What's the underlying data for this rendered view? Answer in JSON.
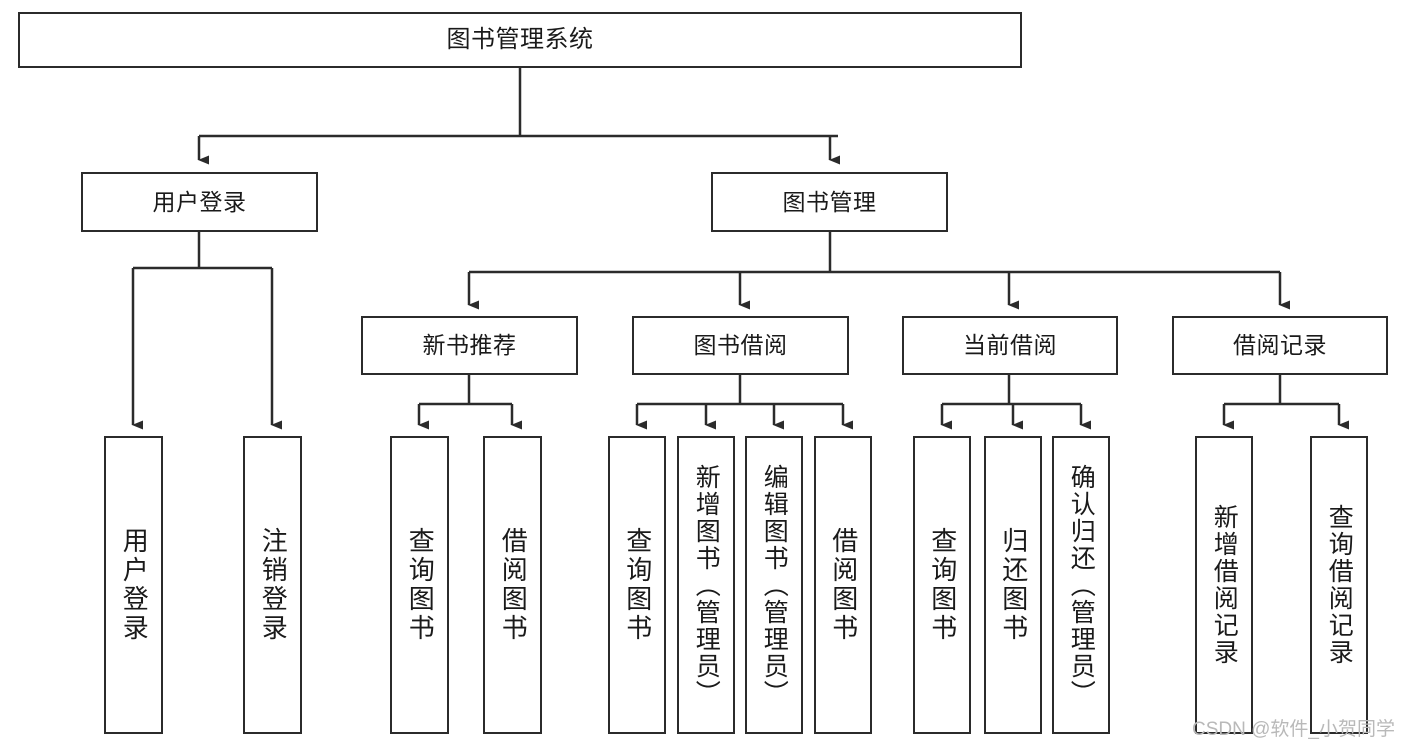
{
  "diagram": {
    "title": "图书管理系统",
    "type": "tree",
    "colors": {
      "stroke": "#2b2b2b",
      "fill": "#ffffff",
      "text": "#1a1a1a",
      "watermark": "#b9b9b9"
    },
    "levels": {
      "root": {
        "label": "图书管理系统"
      },
      "level2": [
        {
          "label": "用户登录"
        },
        {
          "label": "图书管理"
        }
      ],
      "level3": [
        {
          "label": "新书推荐"
        },
        {
          "label": "图书借阅"
        },
        {
          "label": "当前借阅"
        },
        {
          "label": "借阅记录"
        }
      ],
      "leaves": {
        "user_login": [
          {
            "label": "用户登录"
          },
          {
            "label": "注销登录"
          }
        ],
        "new_book_recommend": [
          {
            "label": "查询图书"
          },
          {
            "label": "借阅图书"
          }
        ],
        "book_borrow": [
          {
            "label": "查询图书"
          },
          {
            "label": "新增图书（管理员）"
          },
          {
            "label": "编辑图书（管理员）"
          },
          {
            "label": "借阅图书"
          }
        ],
        "current_borrow": [
          {
            "label": "查询图书"
          },
          {
            "label": "归还图书"
          },
          {
            "label": "确认归还（管理员）"
          }
        ],
        "borrow_record": [
          {
            "label": "新增借阅记录"
          },
          {
            "label": "查询借阅记录"
          }
        ]
      }
    }
  },
  "watermark": {
    "text": "CSDN @软件_小贺同学"
  }
}
